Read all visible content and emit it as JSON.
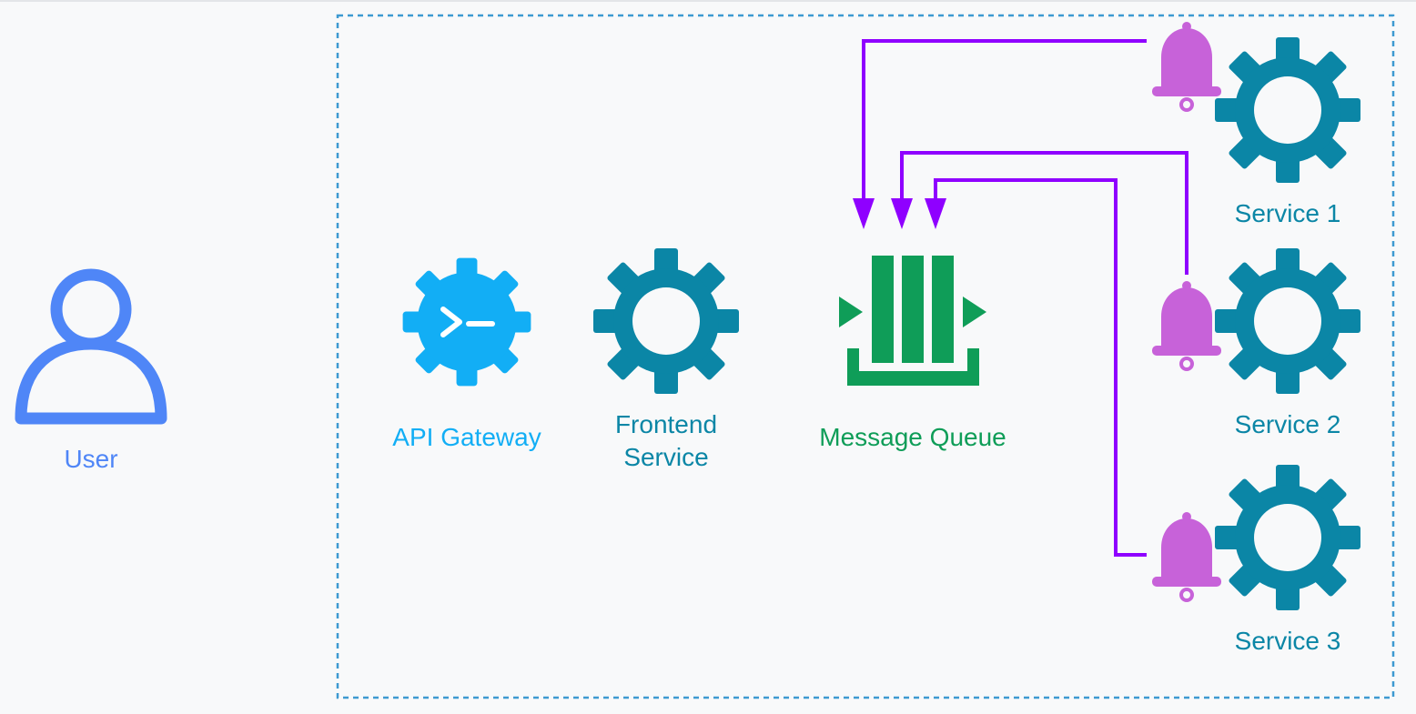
{
  "labels": {
    "user": "User",
    "api_gateway": "API Gateway",
    "frontend_line1": "Frontend",
    "frontend_line2": "Service",
    "message_queue": "Message Queue",
    "service1": "Service 1",
    "service2": "Service 2",
    "service3": "Service 3"
  },
  "colors": {
    "user": "#4f86f7",
    "gateway": "#12aef5",
    "service": "#0b86a6",
    "queue": "#0f9d58",
    "bell": "#c762d9",
    "arrow": "#8f00ff",
    "boundary": "#3d9ad1"
  },
  "icons": {
    "user": "user-icon",
    "gateway": "api-gateway-icon",
    "service": "gear-icon",
    "queue": "message-queue-icon",
    "notification": "bell-icon"
  }
}
